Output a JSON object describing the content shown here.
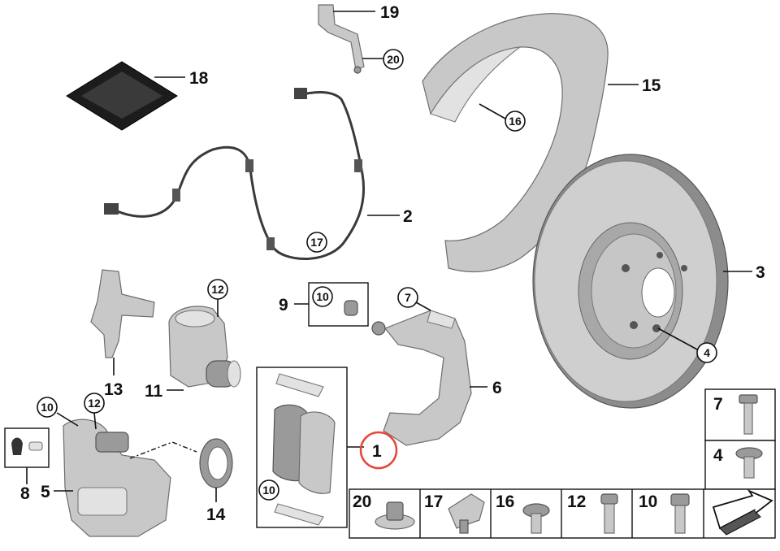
{
  "callouts": {
    "c1": "1",
    "c2": "2",
    "c3": "3",
    "c4": "4",
    "c5": "5",
    "c6": "6",
    "c7": "7",
    "c8": "8",
    "c9": "9",
    "c10a": "10",
    "c10b": "10",
    "c10c": "10",
    "c11": "11",
    "c12a": "12",
    "c12b": "12",
    "c13": "13",
    "c14": "14",
    "c15": "15",
    "c16": "16",
    "c17": "17",
    "c18": "18",
    "c19": "19",
    "c20": "20"
  },
  "fasteners": {
    "f7": "7",
    "f4": "4",
    "f20": "20",
    "f17": "17",
    "f16": "16",
    "f12": "12",
    "f10": "10"
  },
  "colors": {
    "highlight": "#e8463a",
    "line": "#111111",
    "part": "#c8c8c8"
  },
  "icons": {
    "direction": "arrow-icon"
  }
}
